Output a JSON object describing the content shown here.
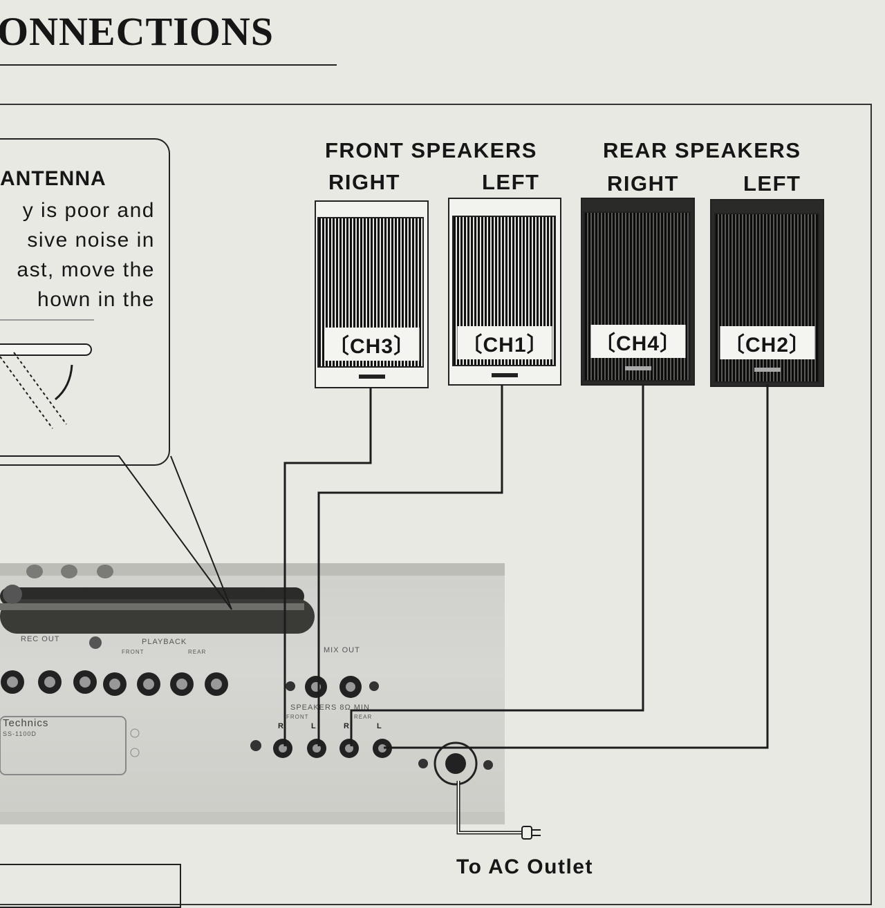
{
  "page": {
    "title": "ONNECTIONS"
  },
  "antenna_callout": {
    "heading": "ANTENNA",
    "lines": [
      "y is poor and",
      "sive noise in",
      "ast, move the",
      "hown in the"
    ]
  },
  "speakers": {
    "front_title": "FRONT SPEAKERS",
    "rear_title": "REAR SPEAKERS",
    "front_right": "RIGHT",
    "front_left": "LEFT",
    "rear_right": "RIGHT",
    "rear_left": "LEFT",
    "units": [
      {
        "channel": "〔CH3〕",
        "style": "light"
      },
      {
        "channel": "〔CH1〕",
        "style": "light"
      },
      {
        "channel": "〔CH4〕",
        "style": "dark"
      },
      {
        "channel": "〔CH2〕",
        "style": "dark"
      }
    ]
  },
  "panel": {
    "brand": "Technics",
    "model": "SS-1100D",
    "rec_out": "REC OUT",
    "playback": "PLAYBACK",
    "front": "FRONT",
    "rear": "REAR",
    "mix_out": "MIX OUT",
    "speakers_min": "SPEAKERS 8Ω MIN",
    "jack_r": "R",
    "jack_l": "L"
  },
  "ac_outlet": "To AC Outlet"
}
